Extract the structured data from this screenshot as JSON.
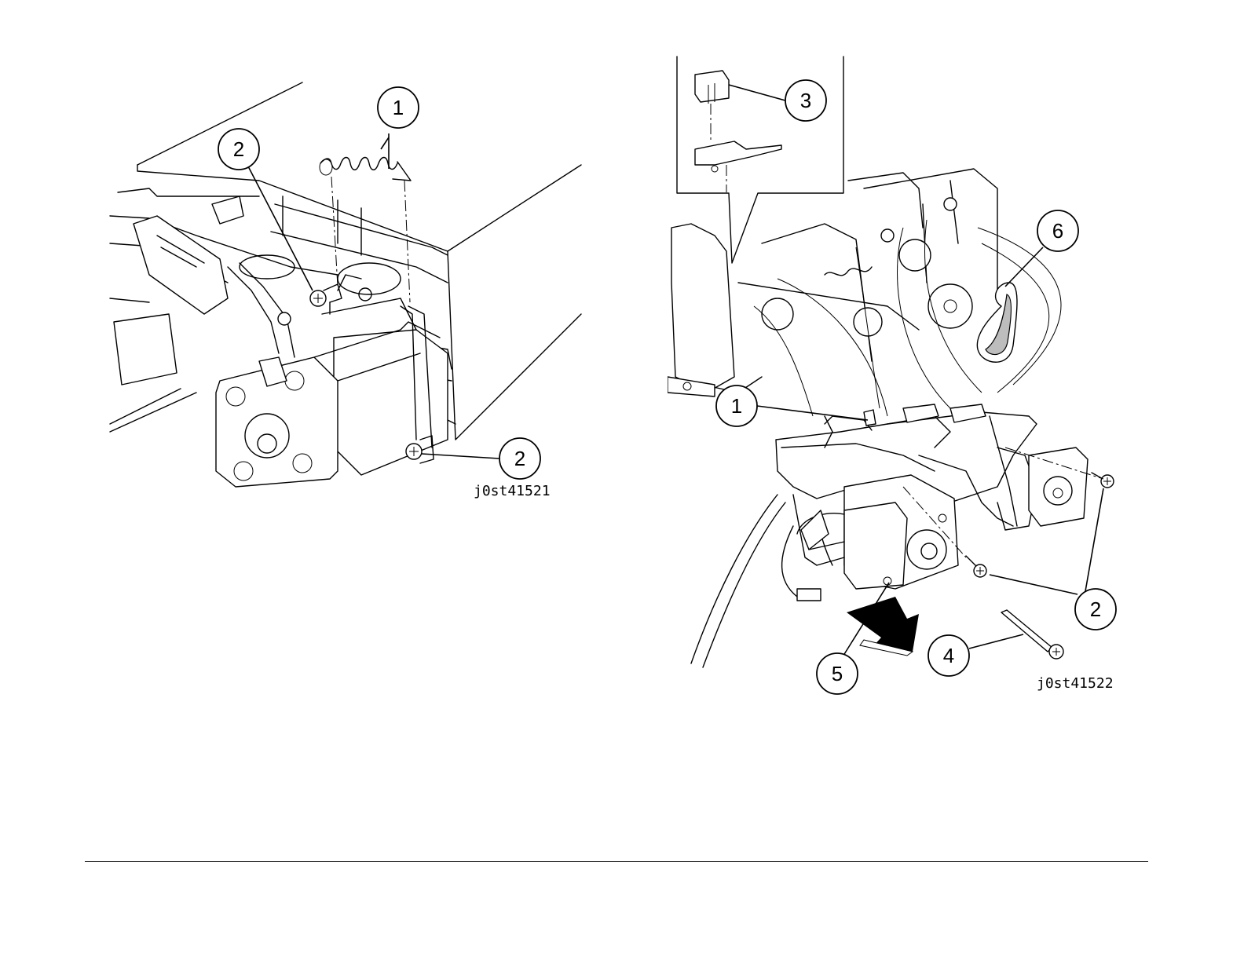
{
  "figures": [
    {
      "code": "j0st41521",
      "callouts": [
        "1",
        "2",
        "2"
      ]
    },
    {
      "code": "j0st41522",
      "callouts": [
        "3",
        "6",
        "1",
        "2",
        "4",
        "5"
      ]
    }
  ],
  "colors": {
    "line": "#000000",
    "background": "#ffffff",
    "shade": "#bdbdbd"
  }
}
